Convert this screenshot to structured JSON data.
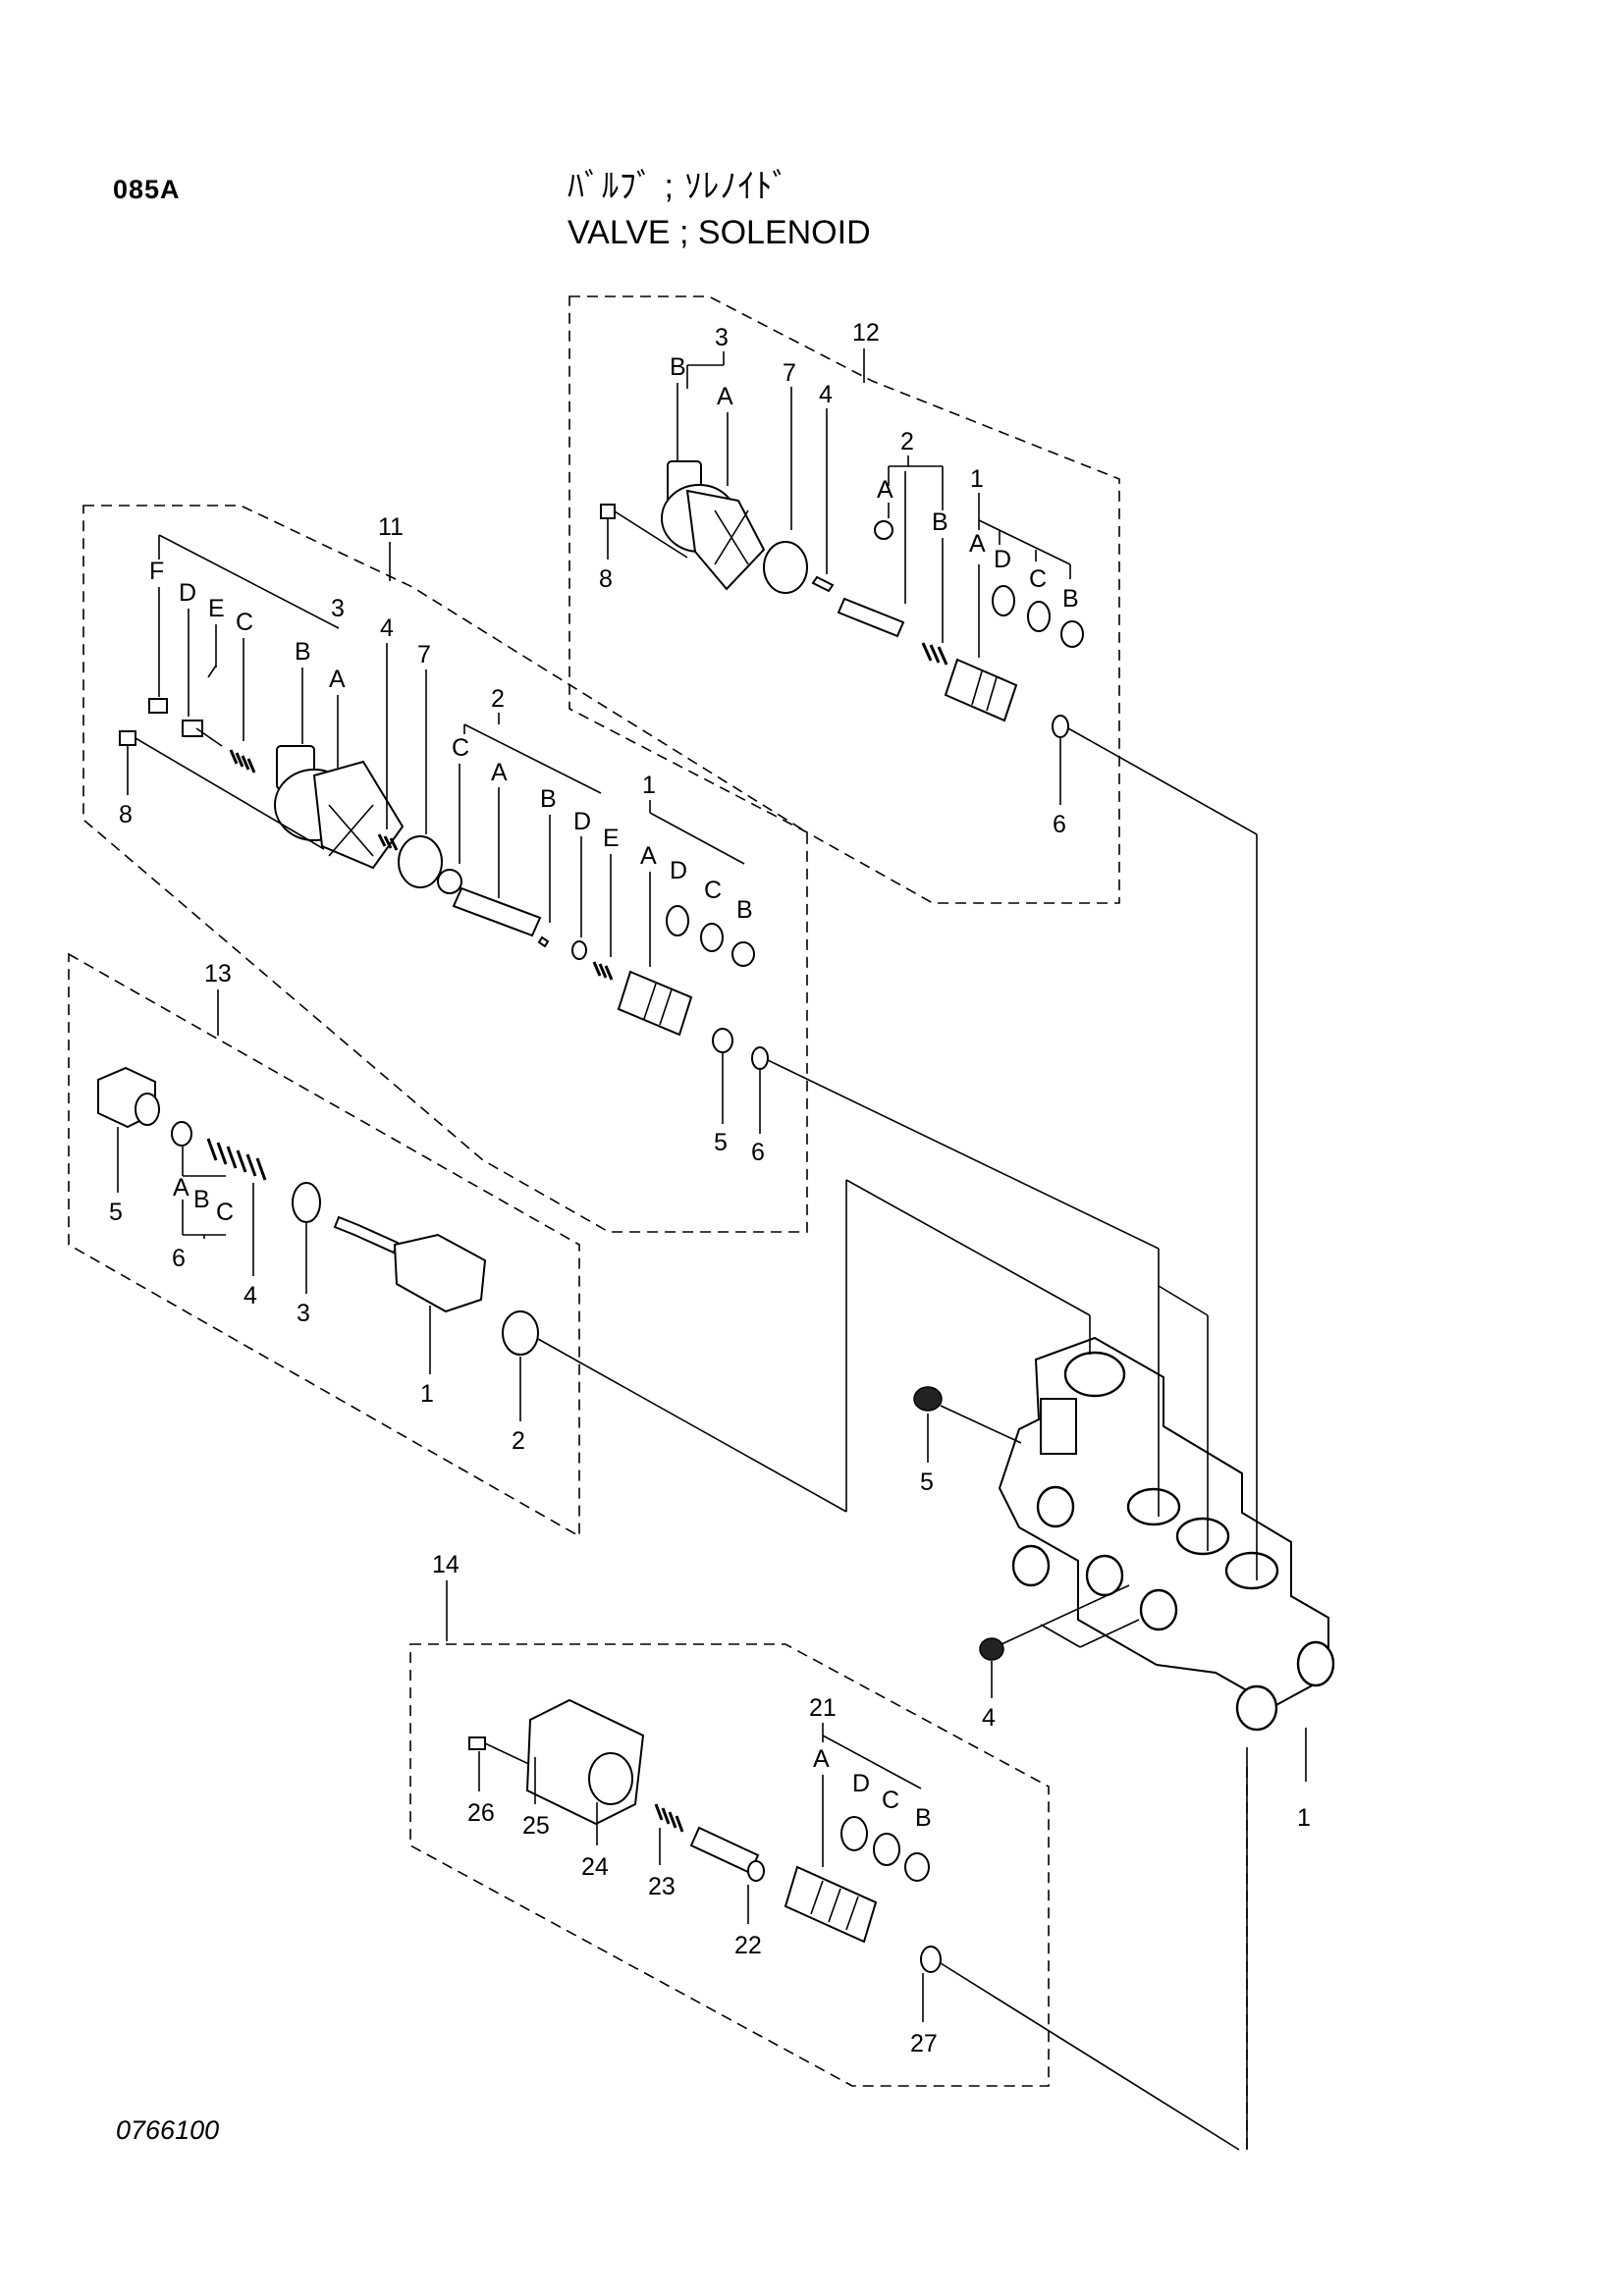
{
  "header": {
    "page_code": "085A",
    "title_jp": "ﾊﾞﾙﾌﾞ ; ｿﾚﾉｲﾄﾞ",
    "title_en": "VALVE ; SOLENOID"
  },
  "footer": {
    "drawing_number": "0766100"
  },
  "labels": {
    "g12": {
      "group": "12",
      "p3": "3",
      "p3a": "A",
      "p3b": "B",
      "p7": "7",
      "p4": "4",
      "p8": "8",
      "p2": "2",
      "p2a": "A",
      "p2b": "B",
      "p1": "1",
      "p1a": "A",
      "p1d": "D",
      "p1c": "C",
      "p1b": "B",
      "p6": "6"
    },
    "g11": {
      "group": "11",
      "p3": "3",
      "f": "F",
      "d": "D",
      "e": "E",
      "c": "C",
      "b": "B",
      "a": "A",
      "p4": "4",
      "p7": "7",
      "p8": "8",
      "p2": "2",
      "p2c": "C",
      "p2a": "A",
      "p2b": "B",
      "p2d": "D",
      "p2e": "E",
      "p1": "1",
      "p1a": "A",
      "p1d": "D",
      "p1c": "C",
      "p1b": "B",
      "p5": "5",
      "p6": "6"
    },
    "g13": {
      "group": "13",
      "p5": "5",
      "p6a": "A",
      "p6b": "B",
      "p6c": "C",
      "p6": "6",
      "p4": "4",
      "p3": "3",
      "p1": "1",
      "p2": "2"
    },
    "body": {
      "p5": "5",
      "p4": "4",
      "p1": "1"
    },
    "g14": {
      "group": "14",
      "p21": "21",
      "p21a": "A",
      "p21d": "D",
      "p21c": "C",
      "p21b": "B",
      "p26": "26",
      "p25": "25",
      "p24": "24",
      "p23": "23",
      "p22": "22",
      "p27": "27"
    }
  }
}
